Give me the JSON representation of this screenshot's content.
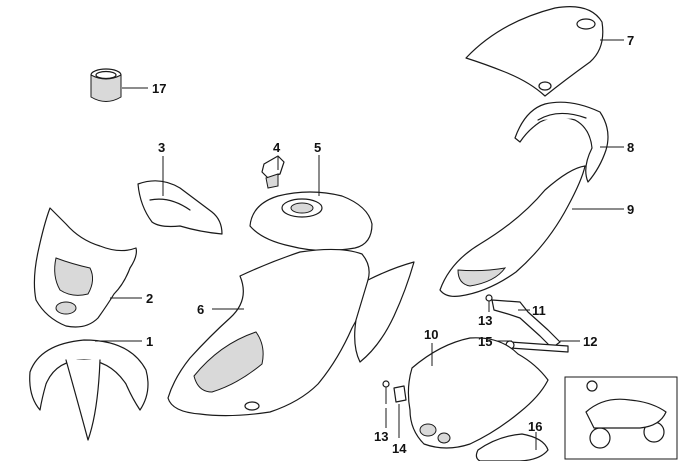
{
  "diagram": {
    "part_labels": {
      "p1": "1",
      "p2": "2",
      "p3": "3",
      "p4": "4",
      "p5": "5",
      "p6": "6",
      "p7": "7",
      "p8": "8",
      "p9": "9",
      "p10": "10",
      "p11": "11",
      "p12": "12",
      "p13a": "13",
      "p13b": "13",
      "p14": "14",
      "p15": "15",
      "p16": "16",
      "p17": "17"
    },
    "icons": {
      "reference_thumbnail": "motorcycle-icon"
    }
  }
}
